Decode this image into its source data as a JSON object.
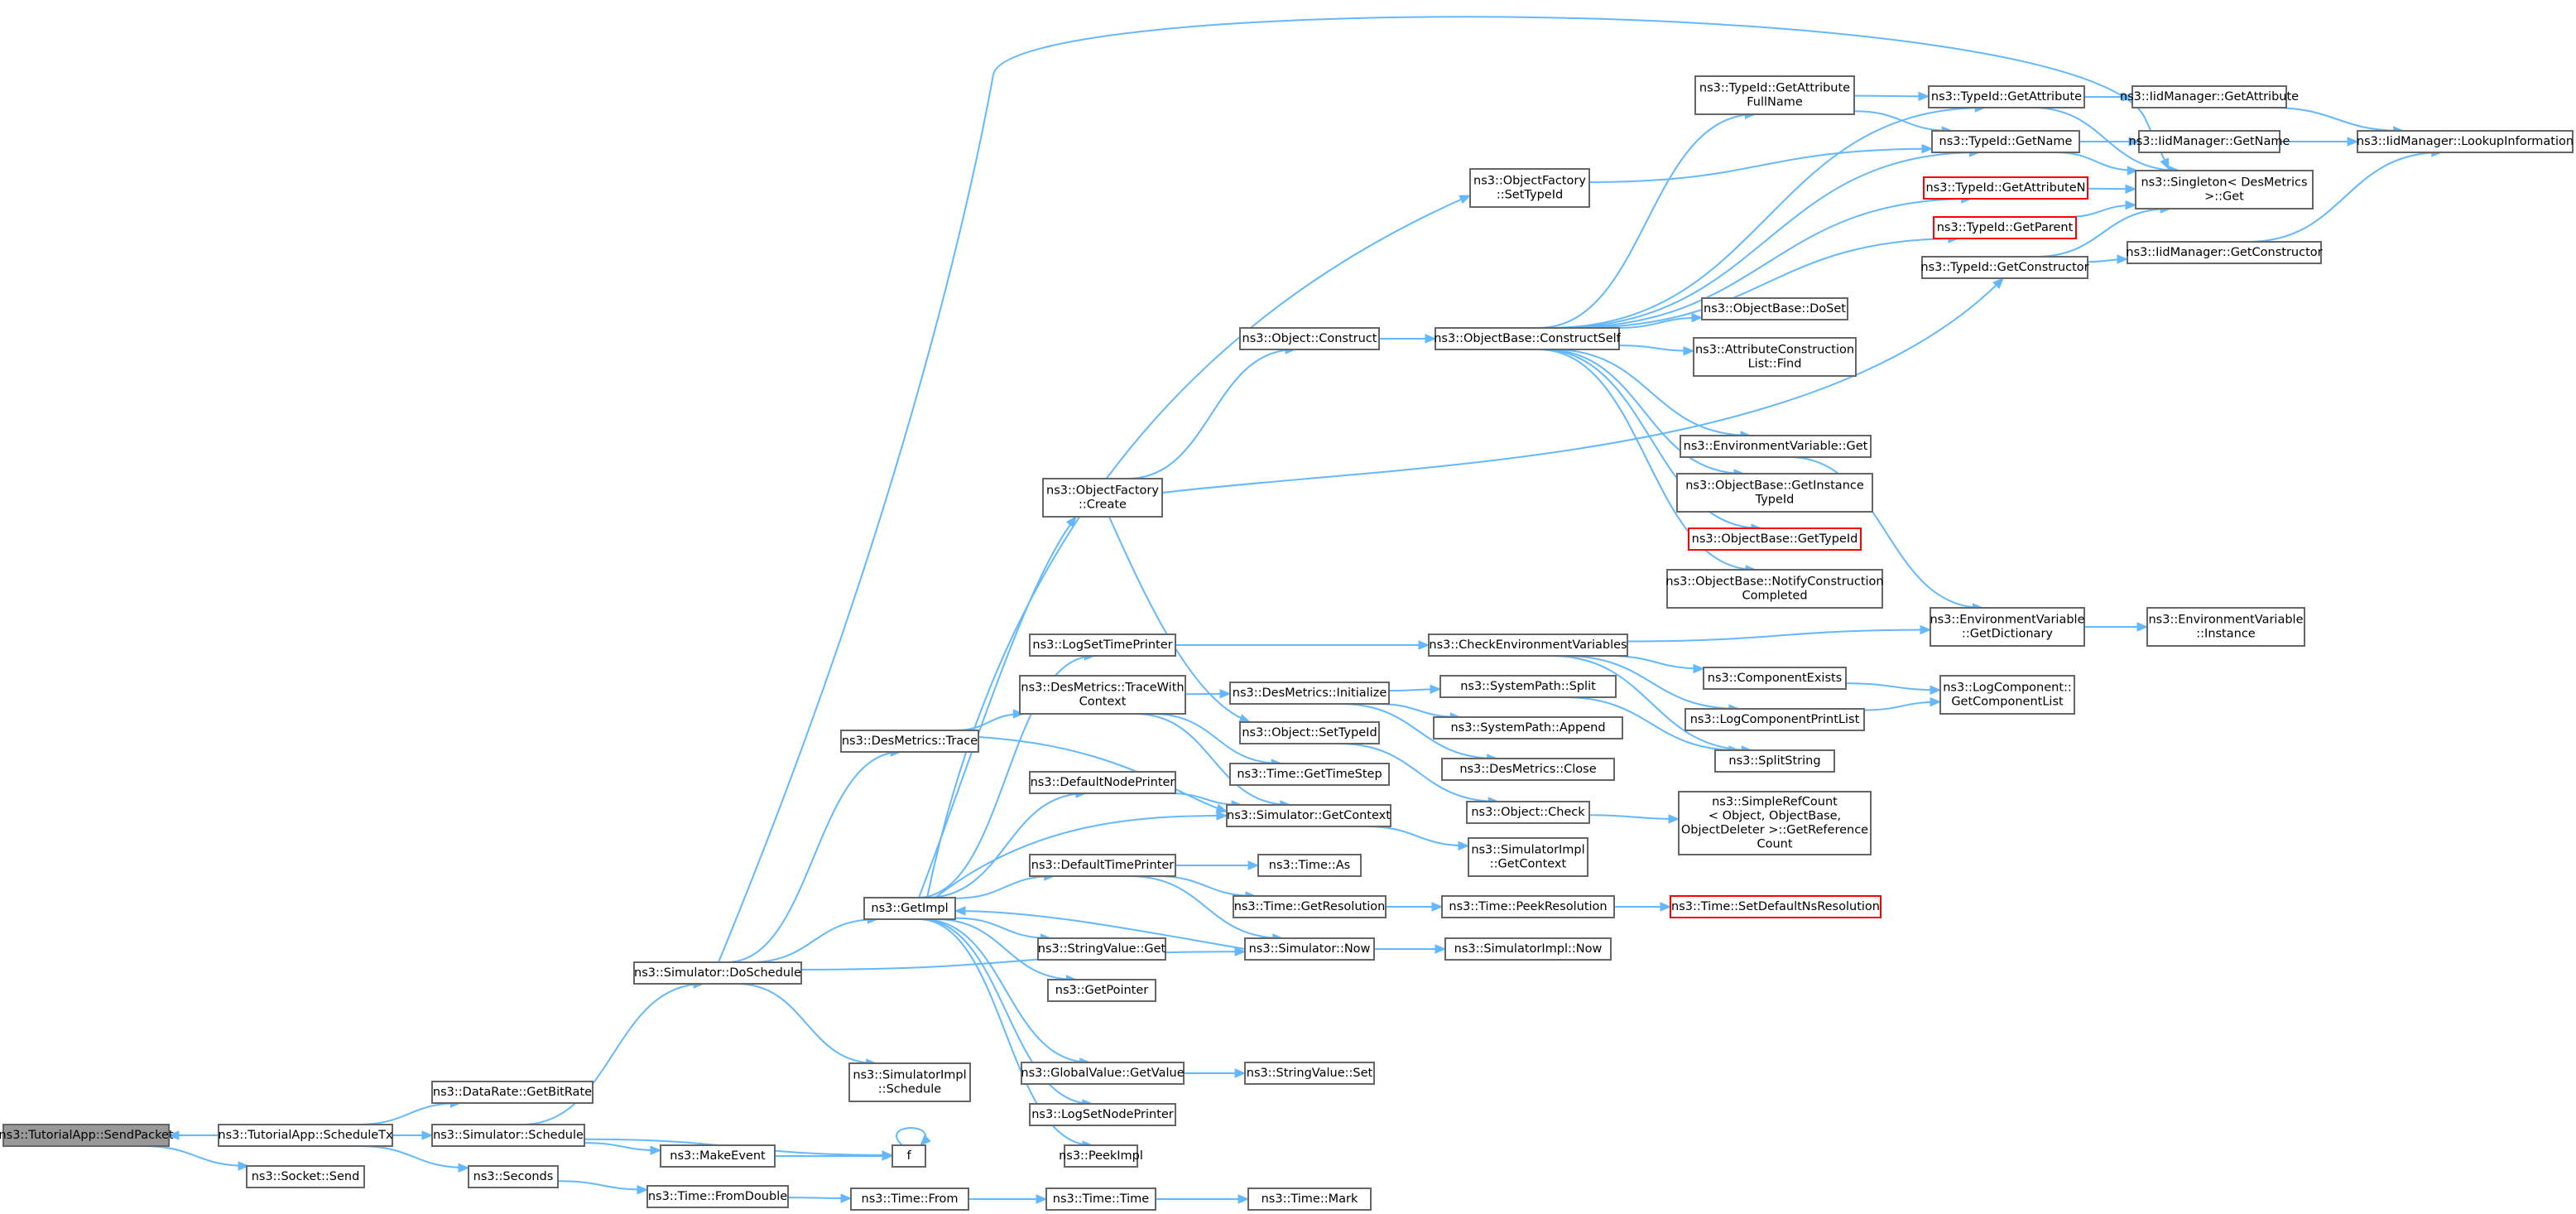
{
  "diagram": {
    "title": "Call graph of ns3::TutorialApp::SendPacket",
    "colors": {
      "edge": "#63b8ff",
      "node_border": "#666666",
      "root_fill": "#999999",
      "highlight_border": "#ff0000"
    },
    "nodes": {
      "sendpacket": {
        "lines": [
          "ns3::TutorialApp::SendPacket"
        ],
        "style": "root"
      },
      "scheduletx": {
        "lines": [
          "ns3::TutorialApp::ScheduleTx"
        ]
      },
      "socketsend": {
        "lines": [
          "ns3::Socket::Send"
        ]
      },
      "getbitrate": {
        "lines": [
          "ns3::DataRate::GetBitRate"
        ]
      },
      "schedule": {
        "lines": [
          "ns3::Simulator::Schedule"
        ]
      },
      "seconds": {
        "lines": [
          "ns3::Seconds"
        ]
      },
      "doschedule": {
        "lines": [
          "ns3::Simulator::DoSchedule"
        ]
      },
      "makeevent": {
        "lines": [
          "ns3::MakeEvent"
        ]
      },
      "fromdouble": {
        "lines": [
          "ns3::Time::FromDouble"
        ]
      },
      "f": {
        "lines": [
          "f"
        ]
      },
      "desmtrace": {
        "lines": [
          "ns3::DesMetrics::Trace"
        ]
      },
      "getimpl": {
        "lines": [
          "ns3::GetImpl"
        ]
      },
      "simimplsched": {
        "lines": [
          "ns3::SimulatorImpl",
          "::Schedule"
        ]
      },
      "timefrom": {
        "lines": [
          "ns3::Time::From"
        ]
      },
      "ofcreate": {
        "lines": [
          "ns3::ObjectFactory",
          "::Create"
        ]
      },
      "logsettp": {
        "lines": [
          "ns3::LogSetTimePrinter"
        ]
      },
      "tracewith": {
        "lines": [
          "ns3::DesMetrics::TraceWith",
          "Context"
        ]
      },
      "defnodepr": {
        "lines": [
          "ns3::DefaultNodePrinter"
        ]
      },
      "deftimepr": {
        "lines": [
          "ns3::DefaultTimePrinter"
        ]
      },
      "strvalget": {
        "lines": [
          "ns3::StringValue::Get"
        ]
      },
      "getpointer": {
        "lines": [
          "ns3::GetPointer"
        ]
      },
      "gvgetvalue": {
        "lines": [
          "ns3::GlobalValue::GetValue"
        ]
      },
      "logsetnp": {
        "lines": [
          "ns3::LogSetNodePrinter"
        ]
      },
      "peekimpl": {
        "lines": [
          "ns3::PeekImpl"
        ]
      },
      "timetime": {
        "lines": [
          "ns3::Time::Time"
        ]
      },
      "ofsettypeid": {
        "lines": [
          "ns3::ObjectFactory",
          "::SetTypeId"
        ]
      },
      "objconstruct": {
        "lines": [
          "ns3::Object::Construct"
        ]
      },
      "desminit": {
        "lines": [
          "ns3::DesMetrics::Initialize"
        ]
      },
      "objsettypeid": {
        "lines": [
          "ns3::Object::SetTypeId"
        ]
      },
      "gettimestep": {
        "lines": [
          "ns3::Time::GetTimeStep"
        ]
      },
      "simgetctx": {
        "lines": [
          "ns3::Simulator::GetContext"
        ]
      },
      "timeas": {
        "lines": [
          "ns3::Time::As"
        ]
      },
      "getres": {
        "lines": [
          "ns3::Time::GetResolution"
        ]
      },
      "simnow": {
        "lines": [
          "ns3::Simulator::Now"
        ]
      },
      "strvalset": {
        "lines": [
          "ns3::StringValue::Set"
        ]
      },
      "timemark": {
        "lines": [
          "ns3::Time::Mark"
        ]
      },
      "constructself": {
        "lines": [
          "ns3::ObjectBase::ConstructSelf"
        ]
      },
      "checkenv": {
        "lines": [
          "ns3::CheckEnvironmentVariables"
        ]
      },
      "sysplit": {
        "lines": [
          "ns3::SystemPath::Split"
        ]
      },
      "syappend": {
        "lines": [
          "ns3::SystemPath::Append"
        ]
      },
      "desmclose": {
        "lines": [
          "ns3::DesMetrics::Close"
        ]
      },
      "objcheck": {
        "lines": [
          "ns3::Object::Check"
        ]
      },
      "simimplgetctx": {
        "lines": [
          "ns3::SimulatorImpl",
          "::GetContext"
        ]
      },
      "peekres": {
        "lines": [
          "ns3::Time::PeekResolution"
        ]
      },
      "simimplnow": {
        "lines": [
          "ns3::SimulatorImpl::Now"
        ]
      },
      "getattrfull": {
        "lines": [
          "ns3::TypeId::GetAttribute",
          "FullName"
        ]
      },
      "obdoset": {
        "lines": [
          "ns3::ObjectBase::DoSet"
        ]
      },
      "attrconstr": {
        "lines": [
          "ns3::AttributeConstruction",
          "List::Find"
        ]
      },
      "envget": {
        "lines": [
          "ns3::EnvironmentVariable::Get"
        ]
      },
      "obgetinst": {
        "lines": [
          "ns3::ObjectBase::GetInstance",
          "TypeId"
        ]
      },
      "obgettypeid": {
        "lines": [
          "ns3::ObjectBase::GetTypeId"
        ],
        "style": "red"
      },
      "obnotify": {
        "lines": [
          "ns3::ObjectBase::NotifyConstruction",
          "Completed"
        ]
      },
      "compexists": {
        "lines": [
          "ns3::ComponentExists"
        ]
      },
      "logcompprint": {
        "lines": [
          "ns3::LogComponentPrintList"
        ]
      },
      "splitstring": {
        "lines": [
          "ns3::SplitString"
        ]
      },
      "simplerefcnt": {
        "lines": [
          "ns3::SimpleRefCount",
          "< Object, ObjectBase,",
          "ObjectDeleter >::GetReference",
          "Count"
        ]
      },
      "setdefns": {
        "lines": [
          "ns3::Time::SetDefaultNsResolution"
        ],
        "style": "red"
      },
      "tgetattr": {
        "lines": [
          "ns3::TypeId::GetAttribute"
        ]
      },
      "tgetname": {
        "lines": [
          "ns3::TypeId::GetName"
        ]
      },
      "tgetattrn": {
        "lines": [
          "ns3::TypeId::GetAttributeN"
        ],
        "style": "red"
      },
      "tgetparent": {
        "lines": [
          "ns3::TypeId::GetParent"
        ],
        "style": "red"
      },
      "tgetctor": {
        "lines": [
          "ns3::TypeId::GetConstructor"
        ]
      },
      "envdict": {
        "lines": [
          "ns3::EnvironmentVariable",
          "::GetDictionary"
        ]
      },
      "logcompget": {
        "lines": [
          "ns3::LogComponent::",
          "GetComponentList"
        ]
      },
      "iidgetattr": {
        "lines": [
          "ns3::IidManager::GetAttribute"
        ]
      },
      "iidgetname": {
        "lines": [
          "ns3::IidManager::GetName"
        ]
      },
      "singleton": {
        "lines": [
          "ns3::Singleton< DesMetrics",
          " >::Get"
        ]
      },
      "iidgetctor": {
        "lines": [
          "ns3::IidManager::GetConstructor"
        ]
      },
      "envinst": {
        "lines": [
          "ns3::EnvironmentVariable",
          "::Instance"
        ]
      },
      "iidlookup": {
        "lines": [
          "ns3::IidManager::LookupInformation"
        ]
      }
    },
    "edges": [
      [
        "scheduletx",
        "sendpacket"
      ],
      [
        "sendpacket",
        "socketsend"
      ],
      [
        "scheduletx",
        "getbitrate"
      ],
      [
        "scheduletx",
        "schedule"
      ],
      [
        "scheduletx",
        "seconds"
      ],
      [
        "schedule",
        "doschedule"
      ],
      [
        "schedule",
        "makeevent"
      ],
      [
        "schedule",
        "f"
      ],
      [
        "seconds",
        "fromdouble"
      ],
      [
        "makeevent",
        "f"
      ],
      [
        "f",
        "f"
      ],
      [
        "doschedule",
        "desmtrace"
      ],
      [
        "doschedule",
        "getimpl"
      ],
      [
        "doschedule",
        "simimplsched"
      ],
      [
        "doschedule",
        "simnow"
      ],
      [
        "doschedule",
        "singleton"
      ],
      [
        "fromdouble",
        "timefrom"
      ],
      [
        "timefrom",
        "timetime"
      ],
      [
        "timetime",
        "timemark"
      ],
      [
        "desmtrace",
        "tracewith"
      ],
      [
        "desmtrace",
        "simgetctx"
      ],
      [
        "getimpl",
        "ofcreate"
      ],
      [
        "getimpl",
        "logsettp"
      ],
      [
        "getimpl",
        "defnodepr"
      ],
      [
        "getimpl",
        "deftimepr"
      ],
      [
        "getimpl",
        "strvalget"
      ],
      [
        "getimpl",
        "getpointer"
      ],
      [
        "getimpl",
        "gvgetvalue"
      ],
      [
        "getimpl",
        "logsetnp"
      ],
      [
        "getimpl",
        "peekimpl"
      ],
      [
        "getimpl",
        "ofsettypeid"
      ],
      [
        "getimpl",
        "simgetctx"
      ],
      [
        "ofcreate",
        "objconstruct"
      ],
      [
        "ofcreate",
        "objsettypeid"
      ],
      [
        "ofcreate",
        "tgetctor"
      ],
      [
        "logsettp",
        "checkenv"
      ],
      [
        "tracewith",
        "desminit"
      ],
      [
        "tracewith",
        "gettimestep"
      ],
      [
        "tracewith",
        "simgetctx"
      ],
      [
        "defnodepr",
        "simgetctx"
      ],
      [
        "deftimepr",
        "timeas"
      ],
      [
        "deftimepr",
        "getres"
      ],
      [
        "deftimepr",
        "simnow"
      ],
      [
        "gvgetvalue",
        "strvalset"
      ],
      [
        "simnow",
        "getimpl"
      ],
      [
        "simnow",
        "simimplnow"
      ],
      [
        "ofsettypeid",
        "tgetname"
      ],
      [
        "objconstruct",
        "constructself"
      ],
      [
        "desminit",
        "sysplit"
      ],
      [
        "desminit",
        "syappend"
      ],
      [
        "desminit",
        "desmclose"
      ],
      [
        "objsettypeid",
        "objcheck"
      ],
      [
        "objcheck",
        "simplerefcnt"
      ],
      [
        "simgetctx",
        "simimplgetctx"
      ],
      [
        "getres",
        "peekres"
      ],
      [
        "peekres",
        "setdefns"
      ],
      [
        "constructself",
        "getattrfull"
      ],
      [
        "constructself",
        "tgetattr"
      ],
      [
        "constructself",
        "tgetname"
      ],
      [
        "constructself",
        "tgetattrn"
      ],
      [
        "constructself",
        "tgetparent"
      ],
      [
        "constructself",
        "obdoset"
      ],
      [
        "constructself",
        "attrconstr"
      ],
      [
        "constructself",
        "envget"
      ],
      [
        "constructself",
        "obgetinst"
      ],
      [
        "constructself",
        "obgettypeid"
      ],
      [
        "constructself",
        "obnotify"
      ],
      [
        "checkenv",
        "envdict"
      ],
      [
        "checkenv",
        "compexists"
      ],
      [
        "checkenv",
        "logcompprint"
      ],
      [
        "checkenv",
        "splitstring"
      ],
      [
        "sysplit",
        "splitstring"
      ],
      [
        "compexists",
        "logcompget"
      ],
      [
        "logcompprint",
        "logcompget"
      ],
      [
        "envget",
        "envdict"
      ],
      [
        "envdict",
        "envinst"
      ],
      [
        "getattrfull",
        "tgetattr"
      ],
      [
        "getattrfull",
        "tgetname"
      ],
      [
        "tgetattr",
        "iidgetattr"
      ],
      [
        "tgetattr",
        "singleton"
      ],
      [
        "tgetname",
        "iidgetname"
      ],
      [
        "tgetname",
        "singleton"
      ],
      [
        "tgetattrn",
        "singleton"
      ],
      [
        "tgetparent",
        "singleton"
      ],
      [
        "tgetctor",
        "singleton"
      ],
      [
        "tgetctor",
        "iidgetctor"
      ],
      [
        "iidgetattr",
        "iidlookup"
      ],
      [
        "iidgetname",
        "iidlookup"
      ],
      [
        "iidgetctor",
        "iidlookup"
      ]
    ]
  }
}
